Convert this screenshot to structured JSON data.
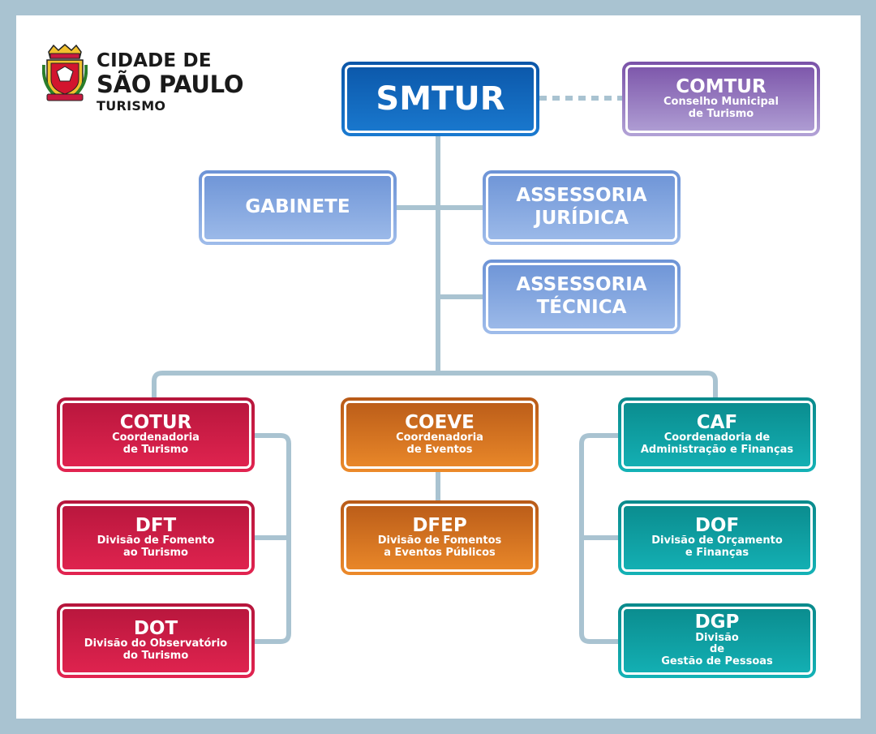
{
  "logo": {
    "line1": "CIDADE DE",
    "line2": "SÃO PAULO",
    "line3": "TURISMO",
    "crest_icon": "sao-paulo-coat-of-arms-icon"
  },
  "colors": {
    "frame": "#a9c3d1",
    "connector": "#a9c3d1",
    "main": "#0b56a8",
    "advisory": "#8aaee3",
    "council": "#8f6fbd",
    "tourism": "#c8193f",
    "events": "#d4701f",
    "finance": "#0f9fa2"
  },
  "nodes": {
    "smtur": {
      "title": "SMTUR"
    },
    "comtur": {
      "acronym": "COMTUR",
      "line1": "Conselho Municipal",
      "line2": "de Turismo"
    },
    "gabinete": {
      "title": "GABINETE"
    },
    "assessoria_juridica": {
      "line1": "ASSESSORIA",
      "line2": "JURÍDICA"
    },
    "assessoria_tecnica": {
      "line1": "ASSESSORIA",
      "line2": "TÉCNICA"
    },
    "cotur": {
      "acronym": "COTUR",
      "line1": "Coordenadoria",
      "line2": "de Turismo"
    },
    "dft": {
      "acronym": "DFT",
      "line1": "Divisão de Fomento",
      "line2": "ao Turismo"
    },
    "dot": {
      "acronym": "DOT",
      "line1": "Divisão do Observatório",
      "line2": "do Turismo"
    },
    "coeve": {
      "acronym": "COEVE",
      "line1": "Coordenadoria",
      "line2": "de Eventos"
    },
    "dfep": {
      "acronym": "DFEP",
      "line1": "Divisão de Fomentos",
      "line2": "a Eventos Públicos"
    },
    "caf": {
      "acronym": "CAF",
      "line1": "Coordenadoria de",
      "line2": "Administração e Finanças"
    },
    "dof": {
      "acronym": "DOF",
      "line1": "Divisão de Orçamento",
      "line2": "e Finanças"
    },
    "dgp": {
      "acronym": "DGP",
      "line1": "Divisão",
      "line2": "de",
      "line3": "Gestão de Pessoas"
    }
  }
}
